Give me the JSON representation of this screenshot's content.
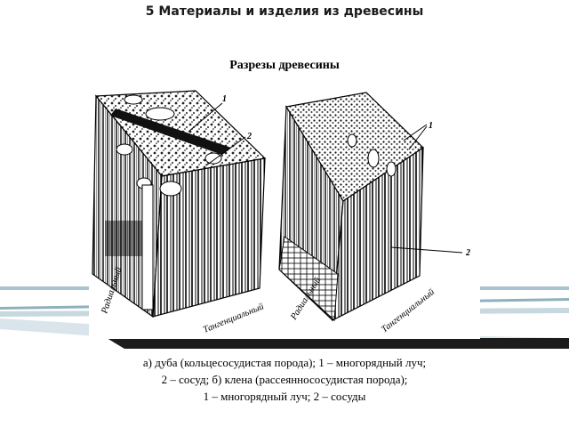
{
  "slide": {
    "title": "5 Материалы и изделия из древесины",
    "subtitle": "Разрезы древесины"
  },
  "figure": {
    "left_block": {
      "callouts": [
        "1",
        "2"
      ],
      "face_labels": [
        "Радиальный",
        "Тангенциальный"
      ]
    },
    "right_block": {
      "callouts": [
        "1",
        "2"
      ],
      "face_labels": [
        "Радиальный",
        "Тангенциальный"
      ]
    }
  },
  "caption": {
    "line1": "а) дуба (кольцесосудистая порода); 1 – многорядный луч;",
    "line2": "2 – сосуд; б) клена (рассеяннососудистая порода);",
    "line3": "1 – многорядный луч; 2 – сосуды"
  },
  "colors": {
    "accent_band_light": "#a9c4cf",
    "accent_band_dark": "#1c1c1c",
    "ink": "#000000"
  }
}
